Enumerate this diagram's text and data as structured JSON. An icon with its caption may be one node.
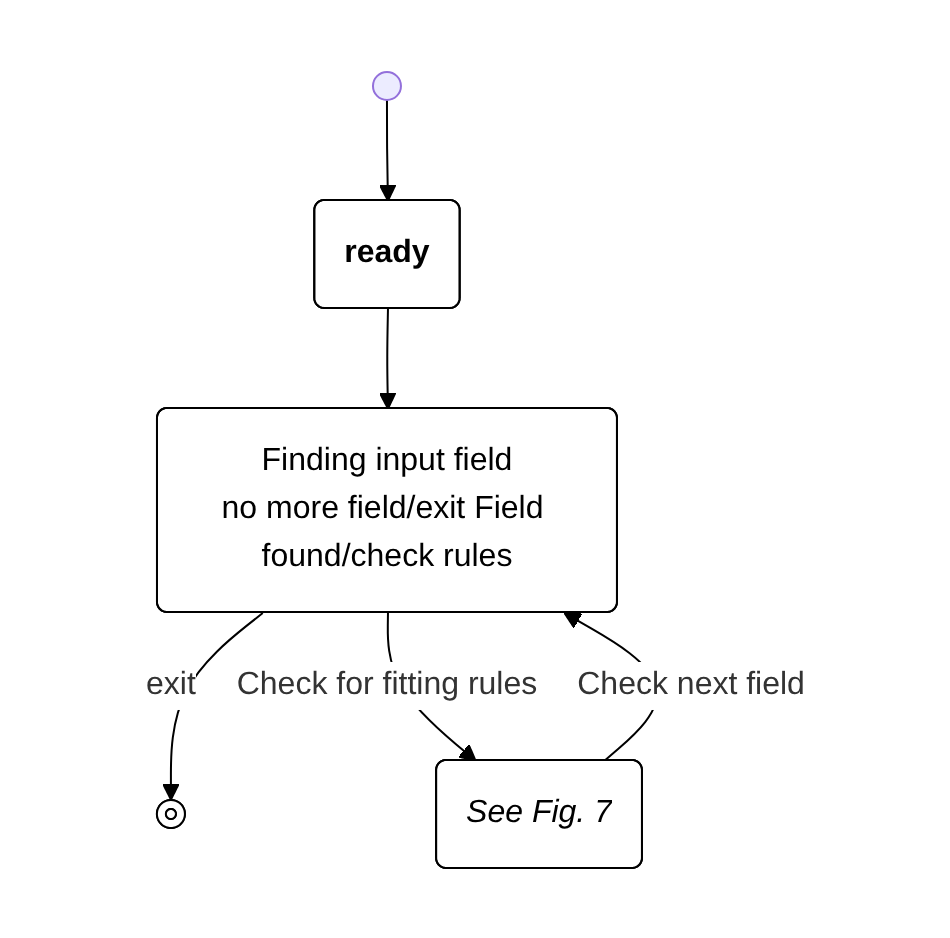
{
  "diagram": {
    "nodes": [
      {
        "text": [],
        "shape": "circle"
      },
      {
        "text": [
          "ready"
        ]
      },
      {
        "text": [
          "Finding input field",
          "no more field/exit Field found/check rules"
        ]
      },
      {
        "text": [
          "See Fig. 7"
        ]
      },
      {
        "text": [],
        "shape": "circle"
      }
    ],
    "edges": [
      {
        "from": 0,
        "to": 1,
        "arrow": "to"
      },
      {
        "from": 1,
        "to": 2,
        "arrow": "to"
      },
      {
        "from": 2,
        "to": 4,
        "arrow": "to",
        "label": "exit"
      },
      {
        "from": 2,
        "to": 3,
        "arrow": "to",
        "label": "Check for fitting rules"
      },
      {
        "from": 3,
        "to": 2,
        "arrow": "to",
        "label": "Check next field"
      }
    ]
  }
}
